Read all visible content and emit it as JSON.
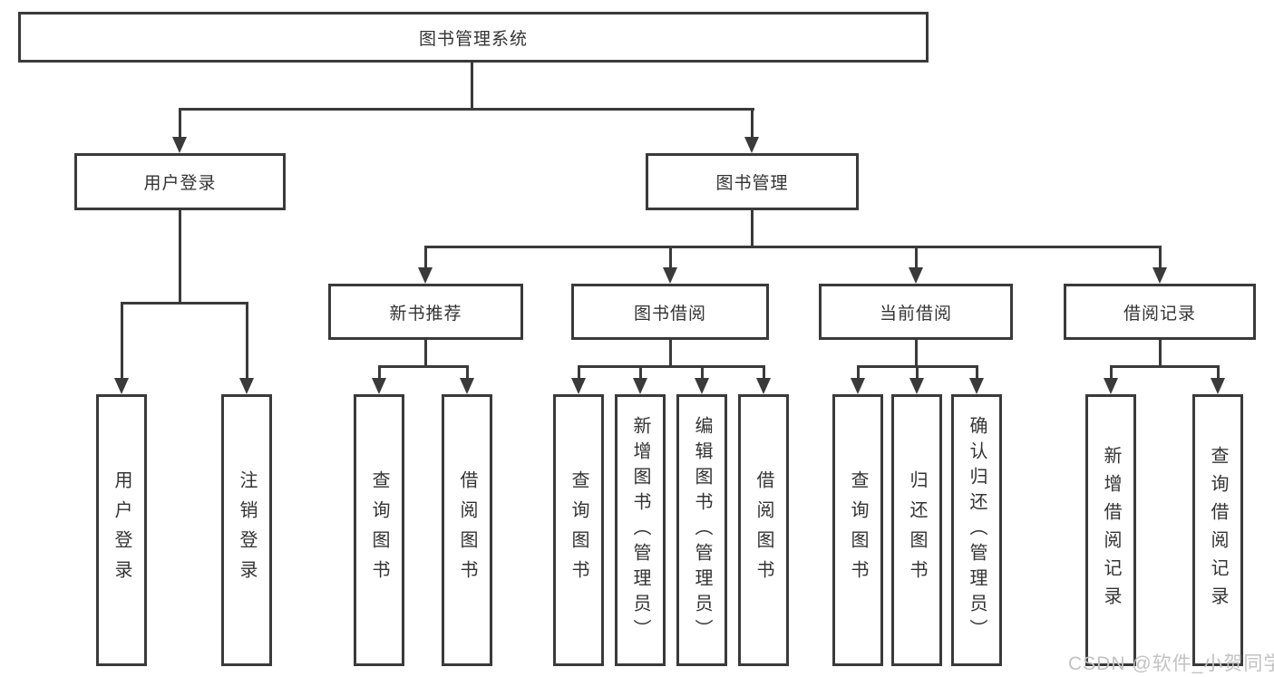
{
  "diagram": {
    "root": {
      "label": "图书管理系统"
    },
    "level2": {
      "user_login": {
        "label": "用户登录"
      },
      "book_mgmt": {
        "label": "图书管理"
      }
    },
    "level3": {
      "new_book_rec": {
        "label": "新书推荐"
      },
      "book_borrow": {
        "label": "图书借阅"
      },
      "current_borrow": {
        "label": "当前借阅"
      },
      "borrow_records": {
        "label": "借阅记录"
      }
    },
    "leaves": {
      "user_login_leaf": {
        "label": "用户登录"
      },
      "logout": {
        "label": "注销登录"
      },
      "nb_query_book": {
        "label": "查询图书"
      },
      "nb_borrow_book": {
        "label": "借阅图书"
      },
      "bb_query_book": {
        "label": "查询图书"
      },
      "bb_add_book": {
        "label": "新增图书（管理员）"
      },
      "bb_edit_book": {
        "label": "编辑图书（管理员）"
      },
      "bb_borrow_book": {
        "label": "借阅图书"
      },
      "cb_query_book": {
        "label": "查询图书"
      },
      "cb_return_book": {
        "label": "归还图书"
      },
      "cb_confirm_return": {
        "label": "确认归还（管理员）"
      },
      "br_add_record": {
        "label": "新增借阅记录"
      },
      "br_query_record": {
        "label": "查询借阅记录"
      }
    }
  },
  "watermark": "CSDN @软件_小贺同学",
  "colors": {
    "line": "#3a3a3a",
    "text": "#333333",
    "background": "#ffffff",
    "watermark": "#c2c2c2"
  }
}
